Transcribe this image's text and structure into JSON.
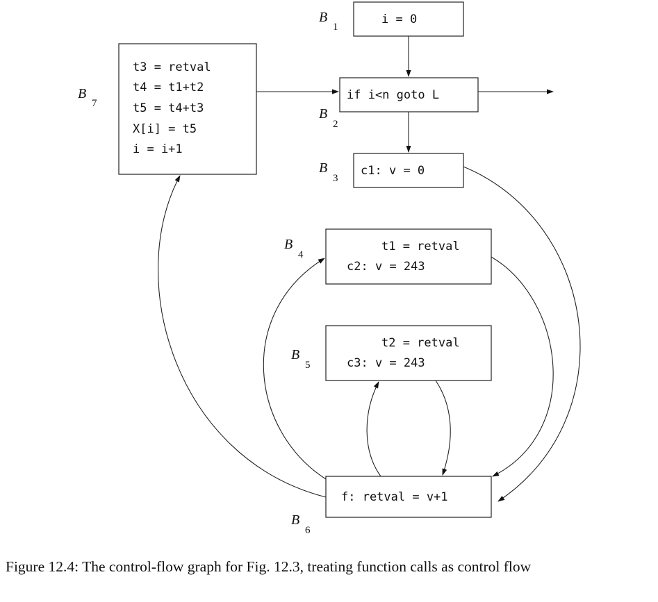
{
  "blocks": {
    "B1": {
      "label": "B",
      "sub": "1",
      "lines": [
        "i = 0"
      ]
    },
    "B2": {
      "label": "B",
      "sub": "2",
      "lines": [
        "if i<n goto L"
      ]
    },
    "B3": {
      "label": "B",
      "sub": "3",
      "lines": [
        "c1: v = 0"
      ]
    },
    "B4": {
      "label": "B",
      "sub": "4",
      "lines": [
        "t1 = retval",
        "c2: v = 243"
      ]
    },
    "B5": {
      "label": "B",
      "sub": "5",
      "lines": [
        "t2 = retval",
        "c3: v = 243"
      ]
    },
    "B6": {
      "label": "B",
      "sub": "6",
      "lines": [
        "f: retval = v+1"
      ]
    },
    "B7": {
      "label": "B",
      "sub": "7",
      "lines": [
        "t3 = retval",
        "t4 = t1+t2",
        "t5 = t4+t3",
        "X[i] = t5",
        "i = i+1"
      ]
    }
  },
  "caption": "Figure 12.4: The control-flow graph for Fig. 12.3, treating function calls as control flow"
}
